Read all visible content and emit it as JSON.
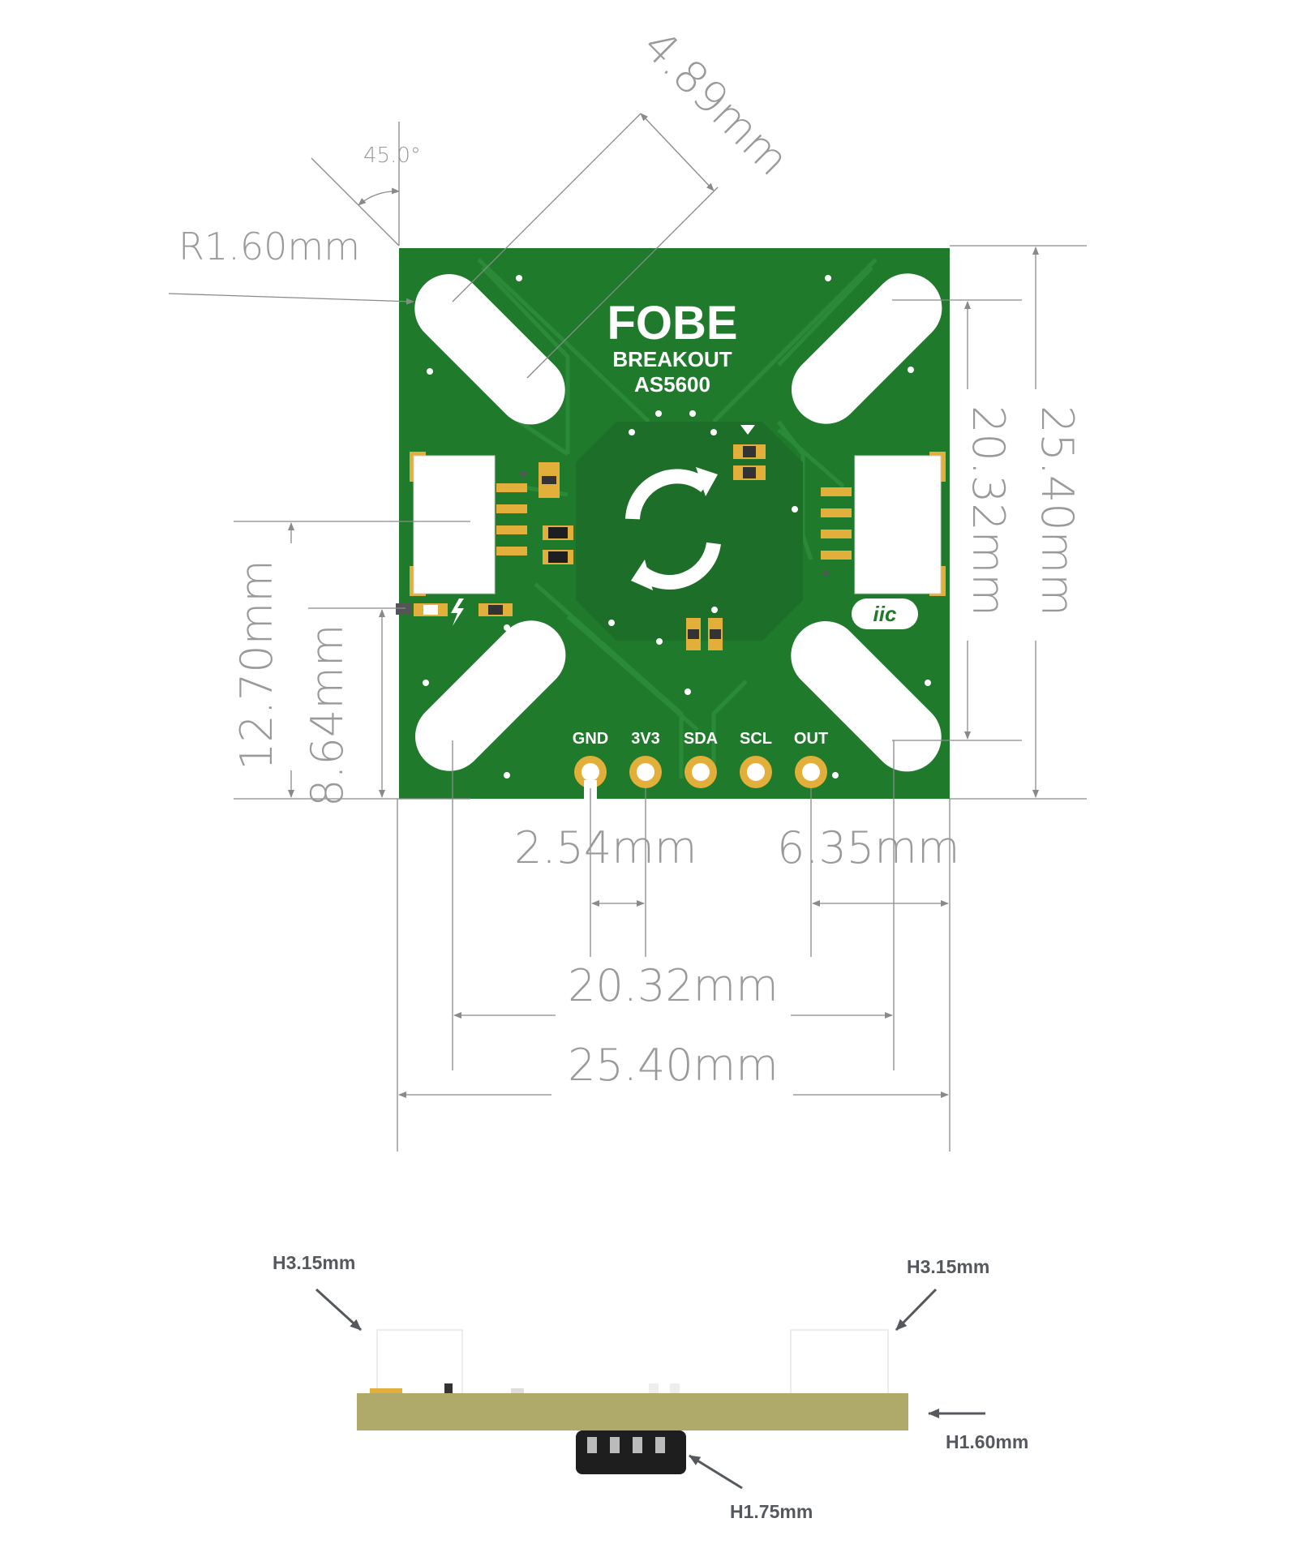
{
  "board": {
    "brand": "FOBE",
    "line1": "BREAKOUT",
    "line2": "AS5600",
    "iic": "iic",
    "pins": [
      "GND",
      "3V3",
      "SDA",
      "SCL",
      "OUT"
    ]
  },
  "dimensions": {
    "angle": "45.0°",
    "slot_width": "4.89mm",
    "corner_radius": "R1.60mm",
    "height_total": "25.40mm",
    "height_holes": "20.32mm",
    "conn_left_1": "12.70mm",
    "conn_left_2": "8.64mm",
    "pin_pitch": "2.54mm",
    "pin_offset": "6.35mm",
    "width_holes": "20.32mm",
    "width_total": "25.40mm"
  },
  "side_view": {
    "h_left": "H3.15mm",
    "h_right": "H3.15mm",
    "h_board": "H1.60mm",
    "h_chip": "H1.75mm"
  },
  "colors": {
    "pcb": "#207a2c",
    "pcb_dark": "#1a6924",
    "trace": "#2a8a38",
    "gold": "#e2b03a",
    "side_pcb": "#b0aa6a"
  }
}
